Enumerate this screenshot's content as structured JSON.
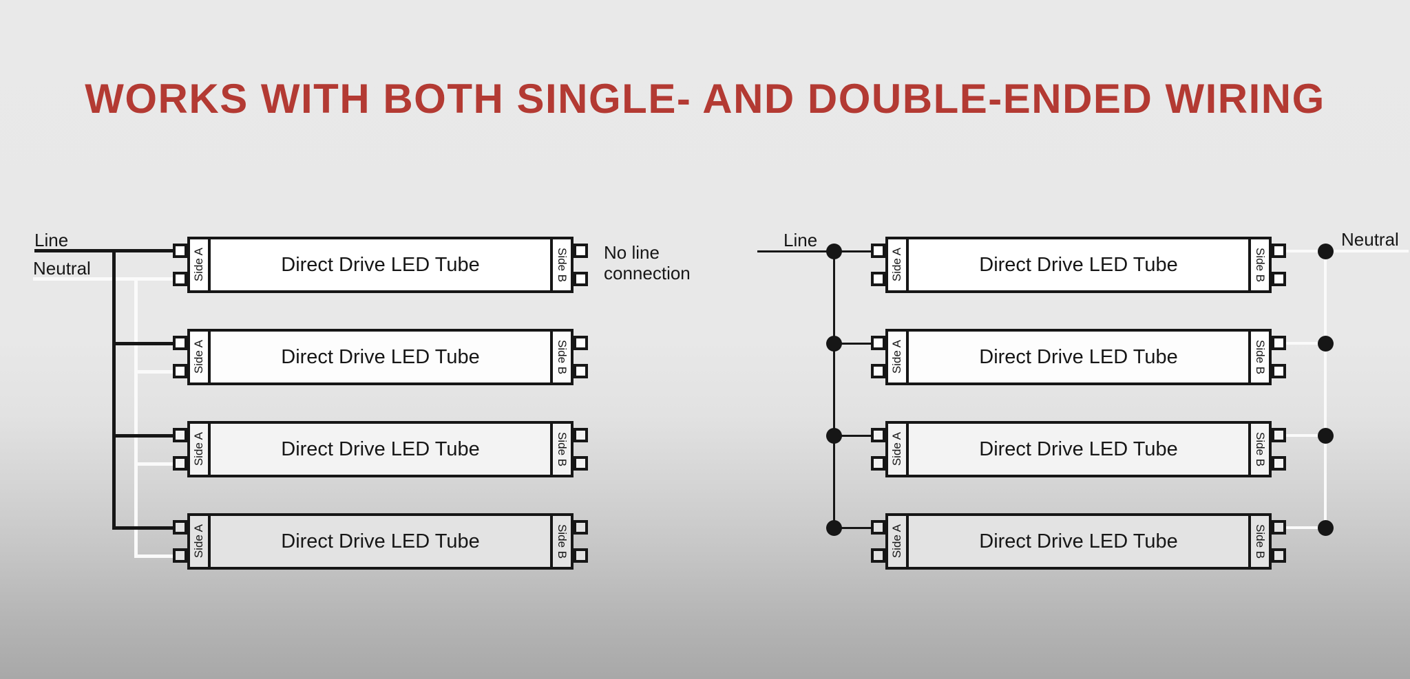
{
  "title": "WORKS WITH BOTH SINGLE- AND DOUBLE-ENDED WIRING",
  "colors": {
    "title_red": "#b33a33",
    "wire_black": "#161616",
    "wire_white": "#fafafa"
  },
  "tube_label": "Direct Drive LED Tube",
  "side_a_label": "Side A",
  "side_b_label": "Side B",
  "left_diagram": {
    "type": "single-ended wiring",
    "line_label": "Line",
    "neutral_label": "Neutral",
    "no_line_lines": [
      "No line",
      "connection"
    ],
    "tube_count": 4
  },
  "right_diagram": {
    "type": "double-ended wiring",
    "line_label": "Line",
    "neutral_label": "Neutral",
    "tube_count": 4
  }
}
